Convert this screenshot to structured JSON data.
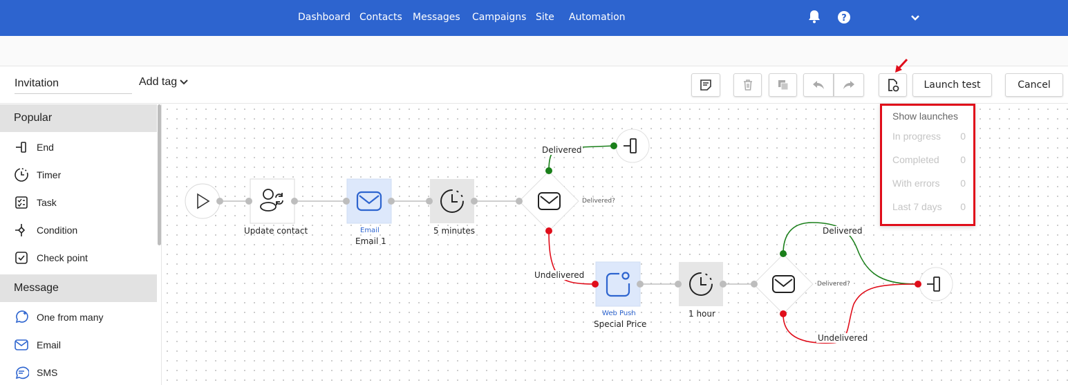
{
  "nav": {
    "items": [
      "Dashboard",
      "Contacts",
      "Messages",
      "Campaigns",
      "Site",
      "Automation"
    ]
  },
  "toolbar": {
    "name_value": "Invitation",
    "tag_label": "Add tag",
    "launch_test_label": "Launch test",
    "cancel_label": "Cancel"
  },
  "sidebar": {
    "section_popular": "Popular",
    "popular_items": [
      "End",
      "Timer",
      "Task",
      "Condition",
      "Check point"
    ],
    "section_message": "Message",
    "message_items": [
      "One from many",
      "Email",
      "SMS"
    ]
  },
  "flow": {
    "update_contact": "Update contact",
    "email_type": "Email",
    "email_name": "Email 1",
    "timer1": "5 minutes",
    "check1_label": "Delivered?",
    "delivered": "Delivered",
    "undelivered": "Undelivered",
    "push_type": "Web Push",
    "push_name": "Special Price",
    "timer2": "1 hour",
    "check2_label": "Delivered?",
    "delivered2": "Delivered",
    "undelivered2": "Undelivered"
  },
  "launches": {
    "title": "Show launches",
    "rows": [
      {
        "label": "In progress",
        "value": "0"
      },
      {
        "label": "Completed",
        "value": "0"
      },
      {
        "label": "With errors",
        "value": "0"
      },
      {
        "label": "Last 7 days",
        "value": "0"
      }
    ]
  },
  "colors": {
    "nav_bg": "#2d64cf",
    "delivered_line": "#1a7f1a",
    "undelivered_line": "#e00d1a",
    "highlight": "#e00d1a",
    "email_node_bg": "#dde8fb",
    "timer_node_bg": "#e6e6e6"
  }
}
